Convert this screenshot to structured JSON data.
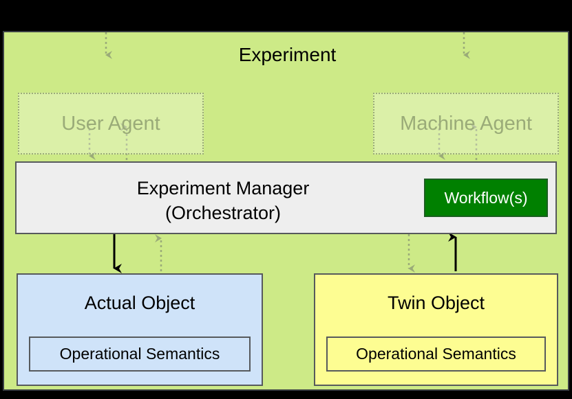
{
  "diagram": {
    "title": "Experiment",
    "background_color": "#cdea87",
    "border_color": "#3b4044",
    "agents": [
      {
        "id": "user-agent",
        "label": "User Agent",
        "style": "faded-dotted",
        "text_color": "#9aab78"
      },
      {
        "id": "machine-agent",
        "label": "Machine Agent",
        "style": "faded-dotted",
        "text_color": "#9aab78"
      }
    ],
    "manager": {
      "line1": "Experiment Manager",
      "line2": "(Orchestrator)",
      "fill_color": "#eeeeee",
      "border_color": "#56595c",
      "workflow": {
        "label": "Workflow(s)",
        "fill_color": "#008000",
        "text_color": "#ffffff"
      }
    },
    "objects": [
      {
        "id": "actual-object",
        "title": "Actual Object",
        "semantics": "Operational Semantics",
        "fill_color": "#cfe3f9",
        "border_color": "#56595c"
      },
      {
        "id": "twin-object",
        "title": "Twin Object",
        "semantics": "Operational Semantics",
        "fill_color": "#fdfd92",
        "border_color": "#56595c"
      }
    ],
    "connectors": [
      {
        "id": "top-to-user-agent",
        "style": "dotted",
        "color": "#9aab78",
        "direction": "down"
      },
      {
        "id": "top-to-machine-agent",
        "style": "dotted",
        "color": "#9aab78",
        "direction": "down"
      },
      {
        "id": "user-agent-to-manager",
        "style": "dotted",
        "color": "#9aab78",
        "direction": "down"
      },
      {
        "id": "manager-to-user-agent",
        "style": "dotted",
        "color": "#9aab78",
        "direction": "up"
      },
      {
        "id": "machine-agent-to-manager",
        "style": "dotted",
        "color": "#9aab78",
        "direction": "down"
      },
      {
        "id": "manager-to-machine-agent",
        "style": "dotted",
        "color": "#9aab78",
        "direction": "up"
      },
      {
        "id": "manager-to-actual-object",
        "style": "solid",
        "color": "#000000",
        "direction": "down"
      },
      {
        "id": "actual-object-to-manager",
        "style": "dotted",
        "color": "#9aab78",
        "direction": "up"
      },
      {
        "id": "manager-to-twin-object",
        "style": "dotted",
        "color": "#9aab78",
        "direction": "down"
      },
      {
        "id": "twin-object-to-manager",
        "style": "solid",
        "color": "#000000",
        "direction": "up"
      }
    ]
  }
}
